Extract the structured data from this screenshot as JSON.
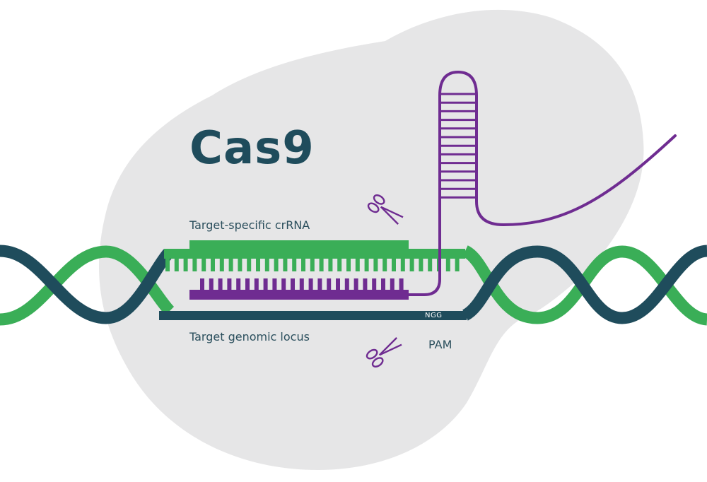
{
  "title": "Cas9",
  "labels": {
    "crrna": "Target-specific crRNA",
    "locus": "Target genomic locus",
    "pam": "PAM",
    "pam_sequence": "NGG"
  },
  "colors": {
    "background_blob": "#e6e6e7",
    "dna_dark": "#1f4c5c",
    "dna_green": "#3aae57",
    "rna_purple": "#6f2c91",
    "text": "#2b4f5d"
  },
  "icons": [
    "scissors-icon",
    "scissors-icon"
  ]
}
